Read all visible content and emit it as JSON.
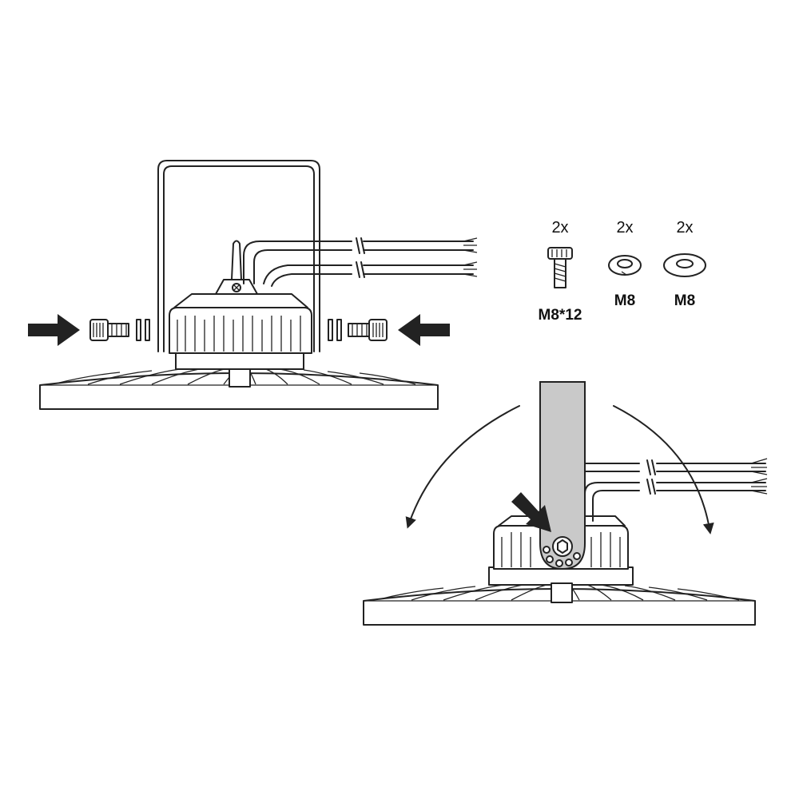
{
  "hardware": [
    {
      "quantity": "2x",
      "part": "M8*12",
      "icon": "bolt-icon"
    },
    {
      "quantity": "2x",
      "part": "M8",
      "icon": "spring-washer-icon"
    },
    {
      "quantity": "2x",
      "part": "M8",
      "icon": "flat-washer-icon"
    }
  ],
  "colors": {
    "line": "#222222",
    "bracket-fill": "#c9c9c9",
    "background": "#ffffff"
  }
}
